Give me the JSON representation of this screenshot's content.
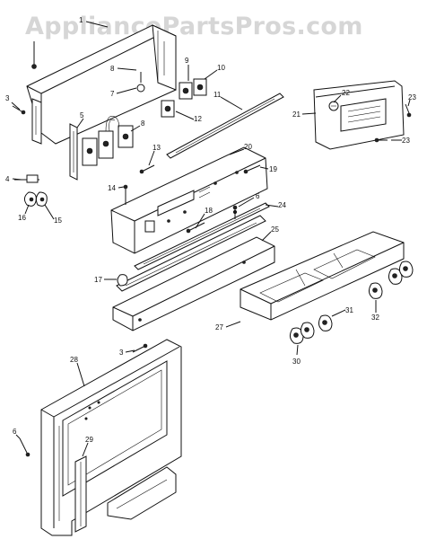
{
  "watermark": "AppliancePartsPros.com",
  "callouts": [
    {
      "id": "c1",
      "text": "1"
    },
    {
      "id": "c3a",
      "text": "3"
    },
    {
      "id": "c5",
      "text": "5"
    },
    {
      "id": "c8a",
      "text": "8"
    },
    {
      "id": "c7",
      "text": "7"
    },
    {
      "id": "c9",
      "text": "9"
    },
    {
      "id": "c10",
      "text": "10"
    },
    {
      "id": "c11",
      "text": "11"
    },
    {
      "id": "c12",
      "text": "12"
    },
    {
      "id": "c8b",
      "text": "8"
    },
    {
      "id": "c13",
      "text": "13"
    },
    {
      "id": "c20",
      "text": "20"
    },
    {
      "id": "c19",
      "text": "19"
    },
    {
      "id": "c4",
      "text": "4"
    },
    {
      "id": "c14",
      "text": "14"
    },
    {
      "id": "c16",
      "text": "16"
    },
    {
      "id": "c15",
      "text": "15"
    },
    {
      "id": "c18",
      "text": "18"
    },
    {
      "id": "c6a",
      "text": "6"
    },
    {
      "id": "c24",
      "text": "24"
    },
    {
      "id": "c25",
      "text": "25"
    },
    {
      "id": "c17",
      "text": "17"
    },
    {
      "id": "c22",
      "text": "22"
    },
    {
      "id": "c21",
      "text": "21"
    },
    {
      "id": "c23a",
      "text": "23"
    },
    {
      "id": "c23b",
      "text": "23"
    },
    {
      "id": "c27",
      "text": "27"
    },
    {
      "id": "c31",
      "text": "31"
    },
    {
      "id": "c32",
      "text": "32"
    },
    {
      "id": "c30",
      "text": "30"
    },
    {
      "id": "c3b",
      "text": "3"
    },
    {
      "id": "c28",
      "text": "28"
    },
    {
      "id": "c6b",
      "text": "6"
    },
    {
      "id": "c29",
      "text": "29"
    }
  ]
}
